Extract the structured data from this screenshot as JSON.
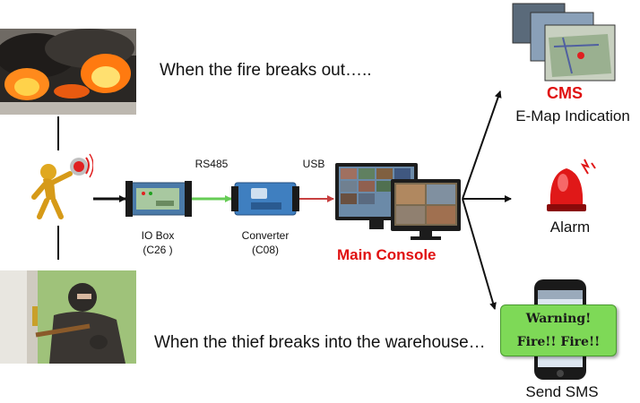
{
  "captions": {
    "fire": "When the fire breaks out…..",
    "thief": "When the thief breaks into the warehouse…"
  },
  "links": {
    "rs485": "RS485",
    "usb": "USB"
  },
  "devices": {
    "io_box_line1": "IO Box",
    "io_box_line2": "(C26 )",
    "converter_line1": "Converter",
    "converter_line2": "(C08)",
    "main_console": "Main Console"
  },
  "outputs": {
    "cms": "CMS",
    "emap": "E-Map Indication",
    "alarm": "Alarm",
    "send_sms": "Send SMS",
    "sms_line1": "Warning!",
    "sms_line2": "Fire!! Fire!!"
  },
  "colors": {
    "accent_red": "#e01010",
    "green_arrow": "#66cc55",
    "red_arrow": "#c84040",
    "sms_green": "#7ed957"
  }
}
